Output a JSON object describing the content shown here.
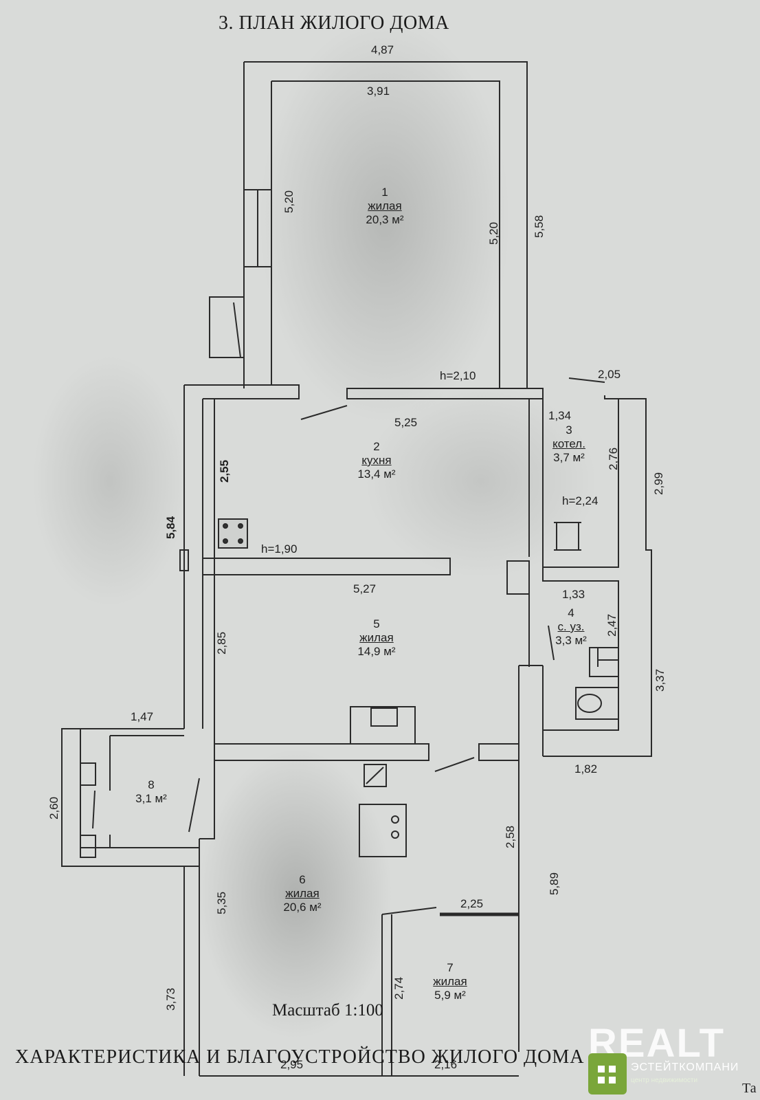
{
  "title": "3. ПЛАН ЖИЛОГО ДОМА",
  "scale_label": "Масштаб 1:100",
  "footer": "ХАРАКТЕРИСТИКА И БЛАГОУСТРОЙСТВО ЖИЛОГО ДОМА",
  "corner_text": "Та",
  "rooms": [
    {
      "num": "1",
      "name": "жилая",
      "area": "20,3 м²"
    },
    {
      "num": "2",
      "name": "кухня",
      "area": "13,4 м²"
    },
    {
      "num": "3",
      "name": "котел.",
      "area": "3,7 м²"
    },
    {
      "num": "4",
      "name": "с. уз.",
      "area": "3,3 м²"
    },
    {
      "num": "5",
      "name": "жилая",
      "area": "14,9 м²"
    },
    {
      "num": "6",
      "name": "жилая",
      "area": "20,6 м²"
    },
    {
      "num": "7",
      "name": "жилая",
      "area": "5,9 м²"
    },
    {
      "num": "8",
      "name": "",
      "area": "3,1 м²"
    }
  ],
  "dimensions": {
    "d487": "4,87",
    "d391": "3,91",
    "d520a": "5,20",
    "d520b": "5,20",
    "d558": "5,58",
    "h210": "h=2,10",
    "d205": "2,05",
    "d525": "5,25",
    "d134": "1,34",
    "d276": "2,76",
    "d299": "2,99",
    "d255": "2,55",
    "d584": "5,84",
    "h224": "h=2,24",
    "h190": "h=1,90",
    "d527": "5,27",
    "d133": "1,33",
    "d247": "2,47",
    "d285": "2,85",
    "d337": "3,37",
    "d147": "1,47",
    "d182": "1,82",
    "d260": "2,60",
    "d258": "2,58",
    "d589": "5,89",
    "d535": "5,35",
    "d225": "2,25",
    "d274": "2,74",
    "d373": "3,73",
    "d295": "2,95",
    "d216": "2,16"
  },
  "watermark": {
    "word": "REALT",
    "brand": "ЭСТЕЙТКОМПАНИ",
    "sub": "центр недвижимости"
  }
}
